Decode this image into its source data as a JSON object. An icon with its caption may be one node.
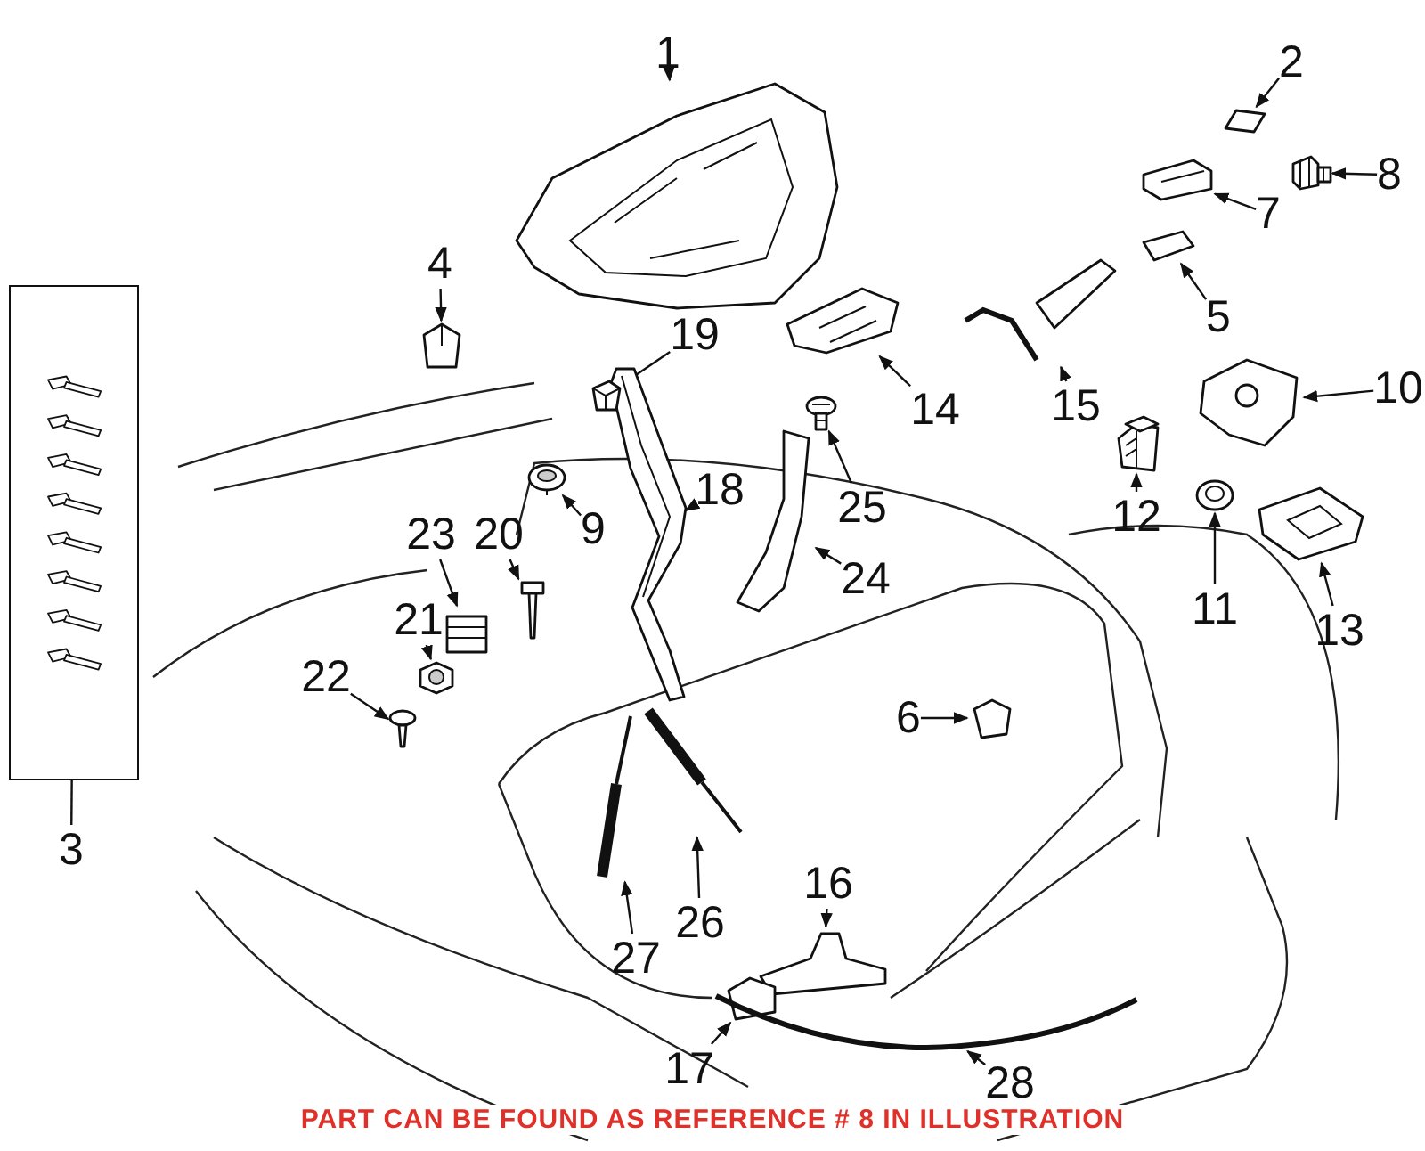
{
  "diagram": {
    "nodes": [
      {
        "text": [
          "1"
        ]
      },
      {
        "text": [
          "2"
        ]
      },
      {
        "text": [
          "3"
        ]
      },
      {
        "text": [
          "4"
        ]
      },
      {
        "text": [
          "5"
        ]
      },
      {
        "text": [
          "6"
        ]
      },
      {
        "text": [
          "7"
        ]
      },
      {
        "text": [
          "8"
        ]
      },
      {
        "text": [
          "9"
        ]
      },
      {
        "text": [
          "10"
        ]
      },
      {
        "text": [
          "11"
        ]
      },
      {
        "text": [
          "12"
        ]
      },
      {
        "text": [
          "13"
        ]
      },
      {
        "text": [
          "14"
        ]
      },
      {
        "text": [
          "15"
        ]
      },
      {
        "text": [
          "16"
        ]
      },
      {
        "text": [
          "17"
        ]
      },
      {
        "text": [
          "18"
        ]
      },
      {
        "text": [
          "19"
        ]
      },
      {
        "text": [
          "20"
        ]
      },
      {
        "text": [
          "21"
        ]
      },
      {
        "text": [
          "22"
        ]
      },
      {
        "text": [
          "23"
        ]
      },
      {
        "text": [
          "24"
        ]
      },
      {
        "text": [
          "25"
        ]
      },
      {
        "text": [
          "26"
        ]
      },
      {
        "text": [
          "27"
        ]
      },
      {
        "text": [
          "28"
        ]
      },
      {
        "text": [],
        "shape": "picture"
      },
      {
        "text": [],
        "shape": "picture"
      },
      {
        "text": [],
        "shape": "box"
      },
      {
        "text": [],
        "shape": "picture"
      },
      {
        "text": [],
        "shape": "picture"
      },
      {
        "text": [],
        "shape": "picture"
      },
      {
        "text": [],
        "shape": "picture"
      },
      {
        "text": [],
        "shape": "picture"
      },
      {
        "text": [],
        "shape": "picture"
      },
      {
        "text": [],
        "shape": "picture"
      },
      {
        "text": [],
        "shape": "picture"
      },
      {
        "text": [],
        "shape": "picture"
      },
      {
        "text": [],
        "shape": "picture"
      },
      {
        "text": [],
        "shape": "picture"
      },
      {
        "text": [],
        "shape": "picture"
      },
      {
        "text": [],
        "shape": "picture"
      },
      {
        "text": [],
        "shape": "picture"
      },
      {
        "text": [],
        "shape": "picture"
      },
      {
        "text": [],
        "shape": "picture"
      },
      {
        "text": [],
        "shape": "picture"
      },
      {
        "text": [],
        "shape": "picture"
      },
      {
        "text": [],
        "shape": "picture"
      },
      {
        "text": [],
        "shape": "picture"
      },
      {
        "text": [],
        "shape": "picture"
      },
      {
        "text": [],
        "shape": "picture"
      },
      {
        "text": [],
        "shape": "picture"
      },
      {
        "text": [],
        "shape": "picture"
      },
      {
        "text": [],
        "shape": "picture"
      }
    ],
    "edges": [
      {
        "from": 0,
        "to": 28,
        "arrow": "to"
      },
      {
        "from": 1,
        "to": 29,
        "arrow": "to"
      },
      {
        "from": 2,
        "to": 30,
        "arrow": "none"
      },
      {
        "from": 3,
        "to": 31,
        "arrow": "to"
      },
      {
        "from": 4,
        "to": 32,
        "arrow": "to"
      },
      {
        "from": 5,
        "to": 33,
        "arrow": "to"
      },
      {
        "from": 6,
        "to": 34,
        "arrow": "to"
      },
      {
        "from": 7,
        "to": 35,
        "arrow": "to"
      },
      {
        "from": 8,
        "to": 36,
        "arrow": "to"
      },
      {
        "from": 9,
        "to": 37,
        "arrow": "to"
      },
      {
        "from": 10,
        "to": 38,
        "arrow": "to"
      },
      {
        "from": 11,
        "to": 39,
        "arrow": "to"
      },
      {
        "from": 12,
        "to": 40,
        "arrow": "to"
      },
      {
        "from": 13,
        "to": 41,
        "arrow": "to"
      },
      {
        "from": 14,
        "to": 42,
        "arrow": "to"
      },
      {
        "from": 15,
        "to": 43,
        "arrow": "to"
      },
      {
        "from": 16,
        "to": 44,
        "arrow": "to"
      },
      {
        "from": 17,
        "to": 45,
        "arrow": "to"
      },
      {
        "from": 18,
        "to": 46,
        "arrow": "to"
      },
      {
        "from": 19,
        "to": 47,
        "arrow": "to"
      },
      {
        "from": 20,
        "to": 48,
        "arrow": "to"
      },
      {
        "from": 21,
        "to": 49,
        "arrow": "to"
      },
      {
        "from": 22,
        "to": 50,
        "arrow": "to"
      },
      {
        "from": 23,
        "to": 51,
        "arrow": "to"
      },
      {
        "from": 24,
        "to": 52,
        "arrow": "to"
      },
      {
        "from": 25,
        "to": 53,
        "arrow": "to"
      },
      {
        "from": 26,
        "to": 54,
        "arrow": "to"
      },
      {
        "from": 27,
        "to": 55,
        "arrow": "to"
      }
    ],
    "labels": [
      "PART CAN BE FOUND AS REFERENCE # 8 IN ILLUSTRATION"
    ]
  }
}
